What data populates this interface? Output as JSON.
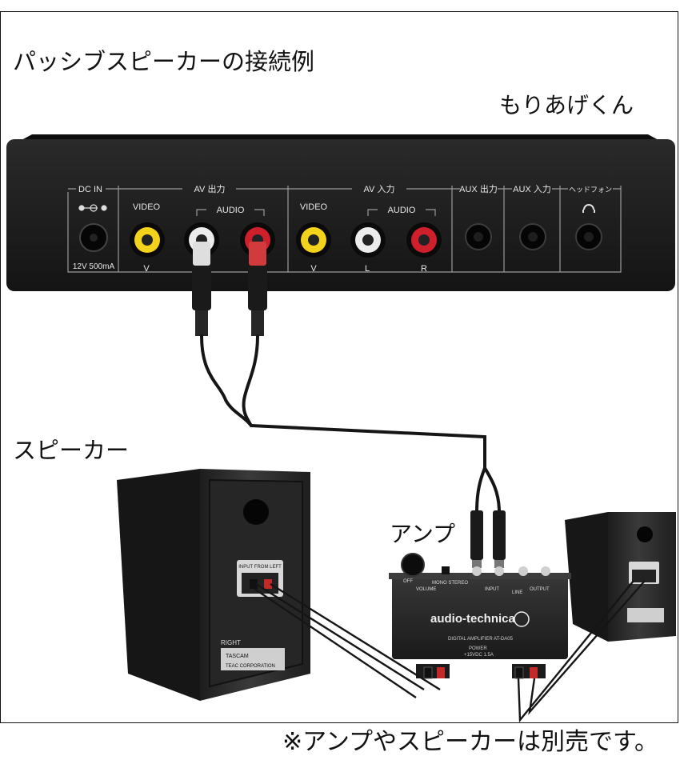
{
  "title": "パッシブスピーカーの接続例",
  "device": {
    "name": "もりあげくん",
    "panel": {
      "dc_in": "DC IN",
      "dc_rating": "12V 500mA",
      "av_out": "AV 出力",
      "av_in": "AV 入力",
      "video": "VIDEO",
      "audio": "AUDIO",
      "v": "V",
      "l": "L",
      "r": "R",
      "aux_out": "AUX 出力",
      "aux_in": "AUX 入力",
      "headphone": "ヘッドフォン"
    }
  },
  "speaker_label": "スピーカー",
  "amp": {
    "label": "アンプ",
    "brand": "audio-technica",
    "model": "DIGITAL AMPLIFIER AT-DA05",
    "volume": "VOLUME",
    "off": "OFF",
    "mono_stereo": "MONO STEREO",
    "power": "POWER",
    "power_rating": "+15VDC 1.5A",
    "input": "INPUT",
    "line": "LINE",
    "output": "OUTPUT"
  },
  "speaker_text": {
    "input_from": "INPUT FROM LEFT",
    "right": "RIGHT",
    "brand": "TASCAM",
    "maker": "TEAC CORPORATION"
  },
  "footnote": "※アンプやスピーカーは別売です。",
  "colors": {
    "panel": "#1b1b1b",
    "video_jack": "#f3d21c",
    "white_jack": "#ececec",
    "red_jack": "#d01f2c",
    "speaker_wood": "#2a2a2a",
    "cable": "#151515"
  }
}
